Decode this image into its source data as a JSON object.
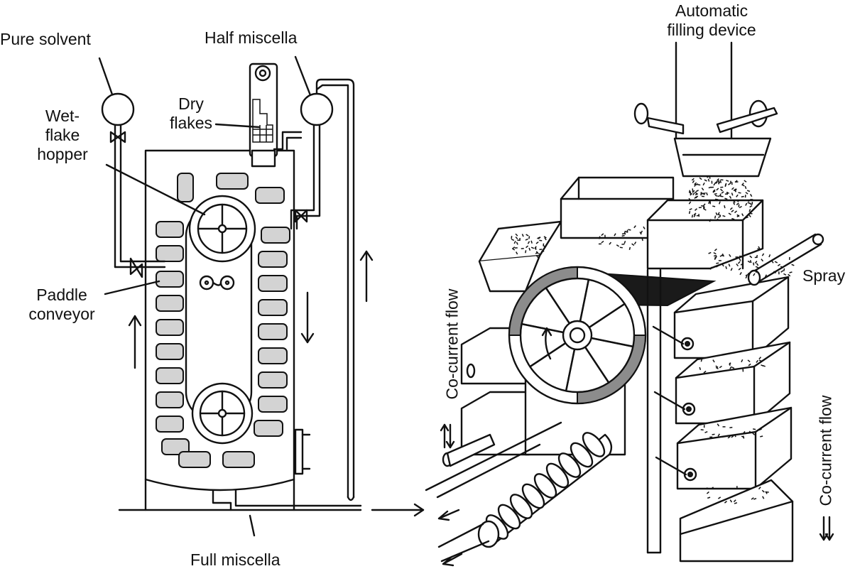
{
  "labels": {
    "pure_solvent": "Pure solvent",
    "half_miscella": "Half miscella",
    "automatic_filling_device": "Automatic\nfilling device",
    "dry_flakes": "Dry\nflakes",
    "wet_flake_hopper": "Wet-\nflake\nhopper",
    "paddle_conveyor": "Paddle\nconveyor",
    "full_miscella": "Full miscella",
    "spray": "Spray",
    "co_current_flow_left": "Co-current flow",
    "co_current_flow_right": "Co-current flow"
  },
  "colors": {
    "stroke": "#111111",
    "paddle_fill": "#d3d3d3",
    "dark_fill": "#1a1a1a",
    "rim_fill": "#8c8c8c"
  }
}
